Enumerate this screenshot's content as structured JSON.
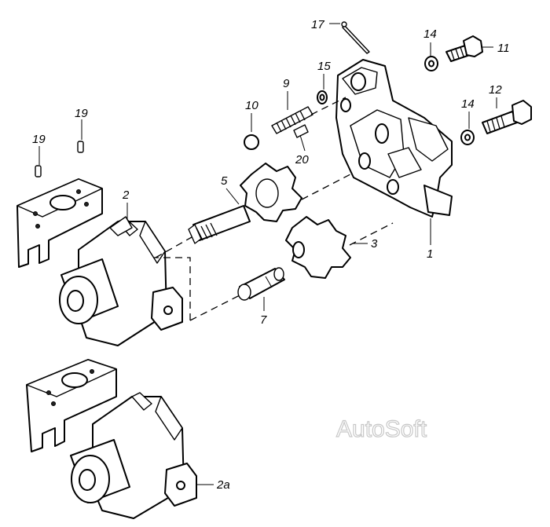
{
  "callouts": {
    "c1": "1",
    "c2": "2",
    "c2a": "2a",
    "c3": "3",
    "c5": "5",
    "c7": "7",
    "c9": "9",
    "c10": "10",
    "c11": "11",
    "c12": "12",
    "c14a": "14",
    "c14b": "14",
    "c15": "15",
    "c17": "17",
    "c19a": "19",
    "c19b": "19",
    "c20": "20"
  },
  "watermark": "AutoSoft"
}
